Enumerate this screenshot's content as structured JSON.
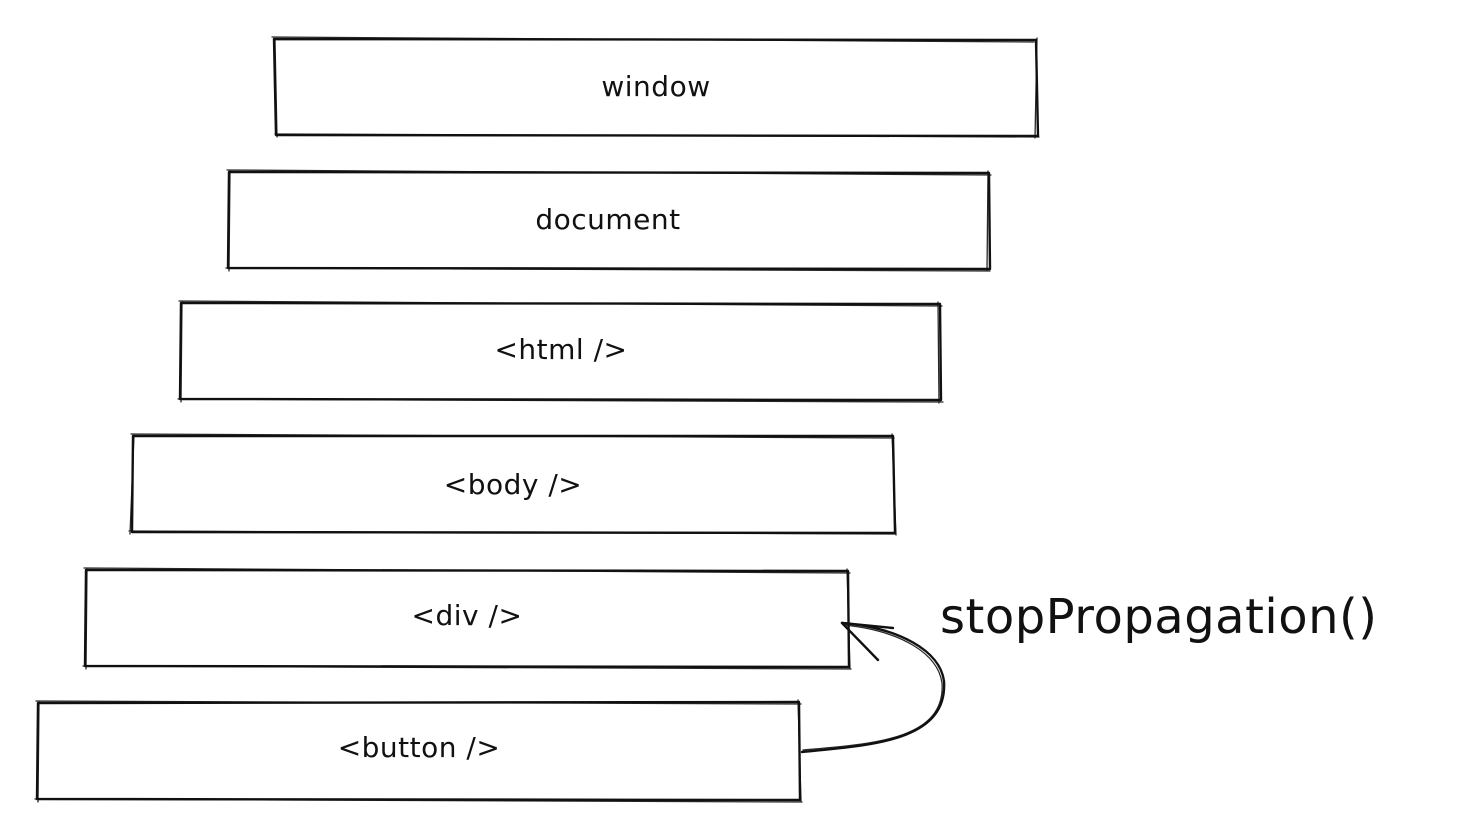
{
  "diagram": {
    "layers": [
      {
        "label": "window"
      },
      {
        "label": "document"
      },
      {
        "label": "<html />"
      },
      {
        "label": "<body />"
      },
      {
        "label": "<div />"
      },
      {
        "label": "<button />"
      }
    ],
    "annotation": {
      "label": "stopPropagation()"
    },
    "colors": {
      "ink": "#111111",
      "background": "#ffffff"
    },
    "arrow": {
      "from": "<button />",
      "to": "<div />"
    }
  }
}
